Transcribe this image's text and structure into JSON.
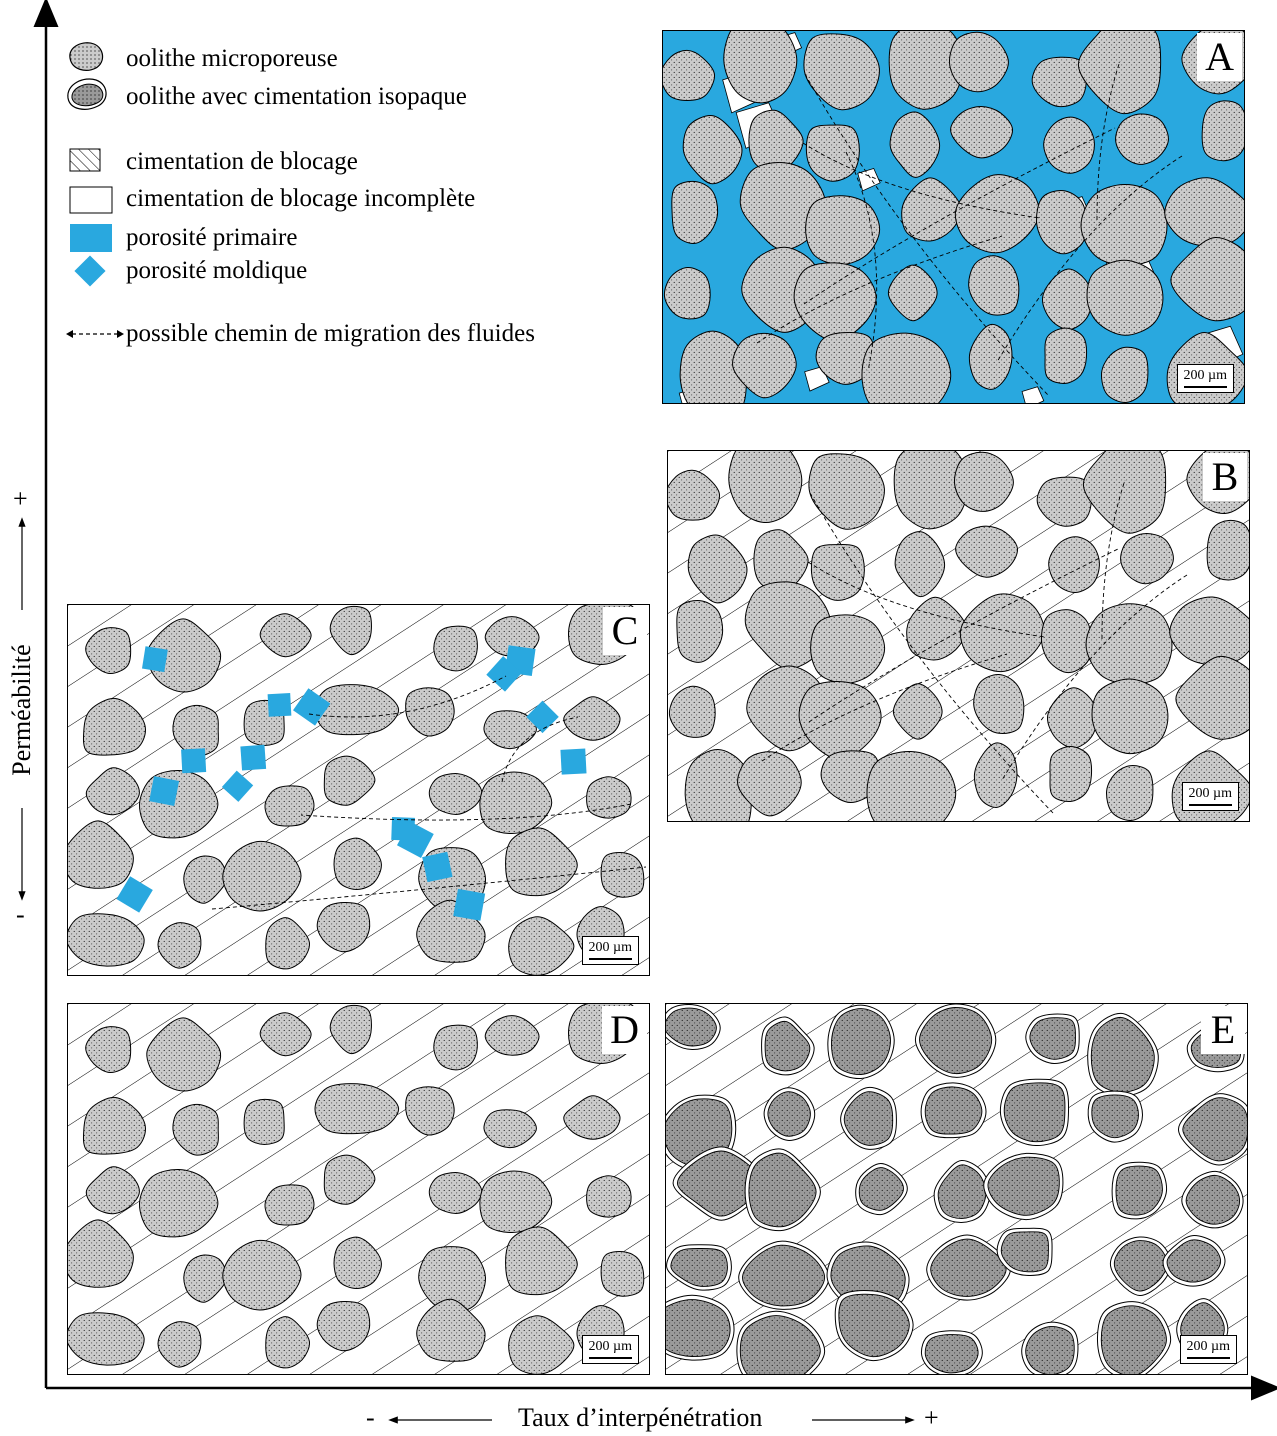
{
  "axes": {
    "y_label": "Perméabilité",
    "y_plus": "+",
    "y_minus": "-",
    "x_label": "Taux d’interpénétration",
    "x_minus": "-",
    "x_plus": "+"
  },
  "legend": {
    "items": [
      {
        "icon": "oolith-microporous-icon",
        "label": "oolithe microporeuse"
      },
      {
        "icon": "oolith-isopachous-icon",
        "label": "oolithe avec cimentation isopaque"
      },
      {
        "icon": "hatched-square-icon",
        "label": "cimentation de blocage"
      },
      {
        "icon": "white-square-icon",
        "label": "cimentation de blocage incomplète"
      },
      {
        "icon": "blue-rectangle-icon",
        "label": "porosité primaire"
      },
      {
        "icon": "blue-diamond-icon",
        "label": "porosité moldique"
      },
      {
        "icon": "dashed-double-arrow-icon",
        "label": "possible chemin de migration des fluides"
      }
    ]
  },
  "panels": {
    "A": {
      "letter": "A",
      "scale": "200 µm",
      "matrix": "primary-porosity"
    },
    "B": {
      "letter": "B",
      "scale": "200 µm",
      "matrix": "blocking-cement"
    },
    "C": {
      "letter": "C",
      "scale": "200 µm",
      "matrix": "blocking-cement-moldic"
    },
    "D": {
      "letter": "D",
      "scale": "200 µm",
      "matrix": "blocking-cement"
    },
    "E": {
      "letter": "E",
      "scale": "200 µm",
      "matrix": "blocking-cement-isopachous"
    }
  },
  "colors": {
    "porosity_blue": "#29A8DF",
    "grain_fill": "#CBCBCB",
    "grain_fill_dark": "#9A9A9A",
    "ink": "#000000"
  }
}
